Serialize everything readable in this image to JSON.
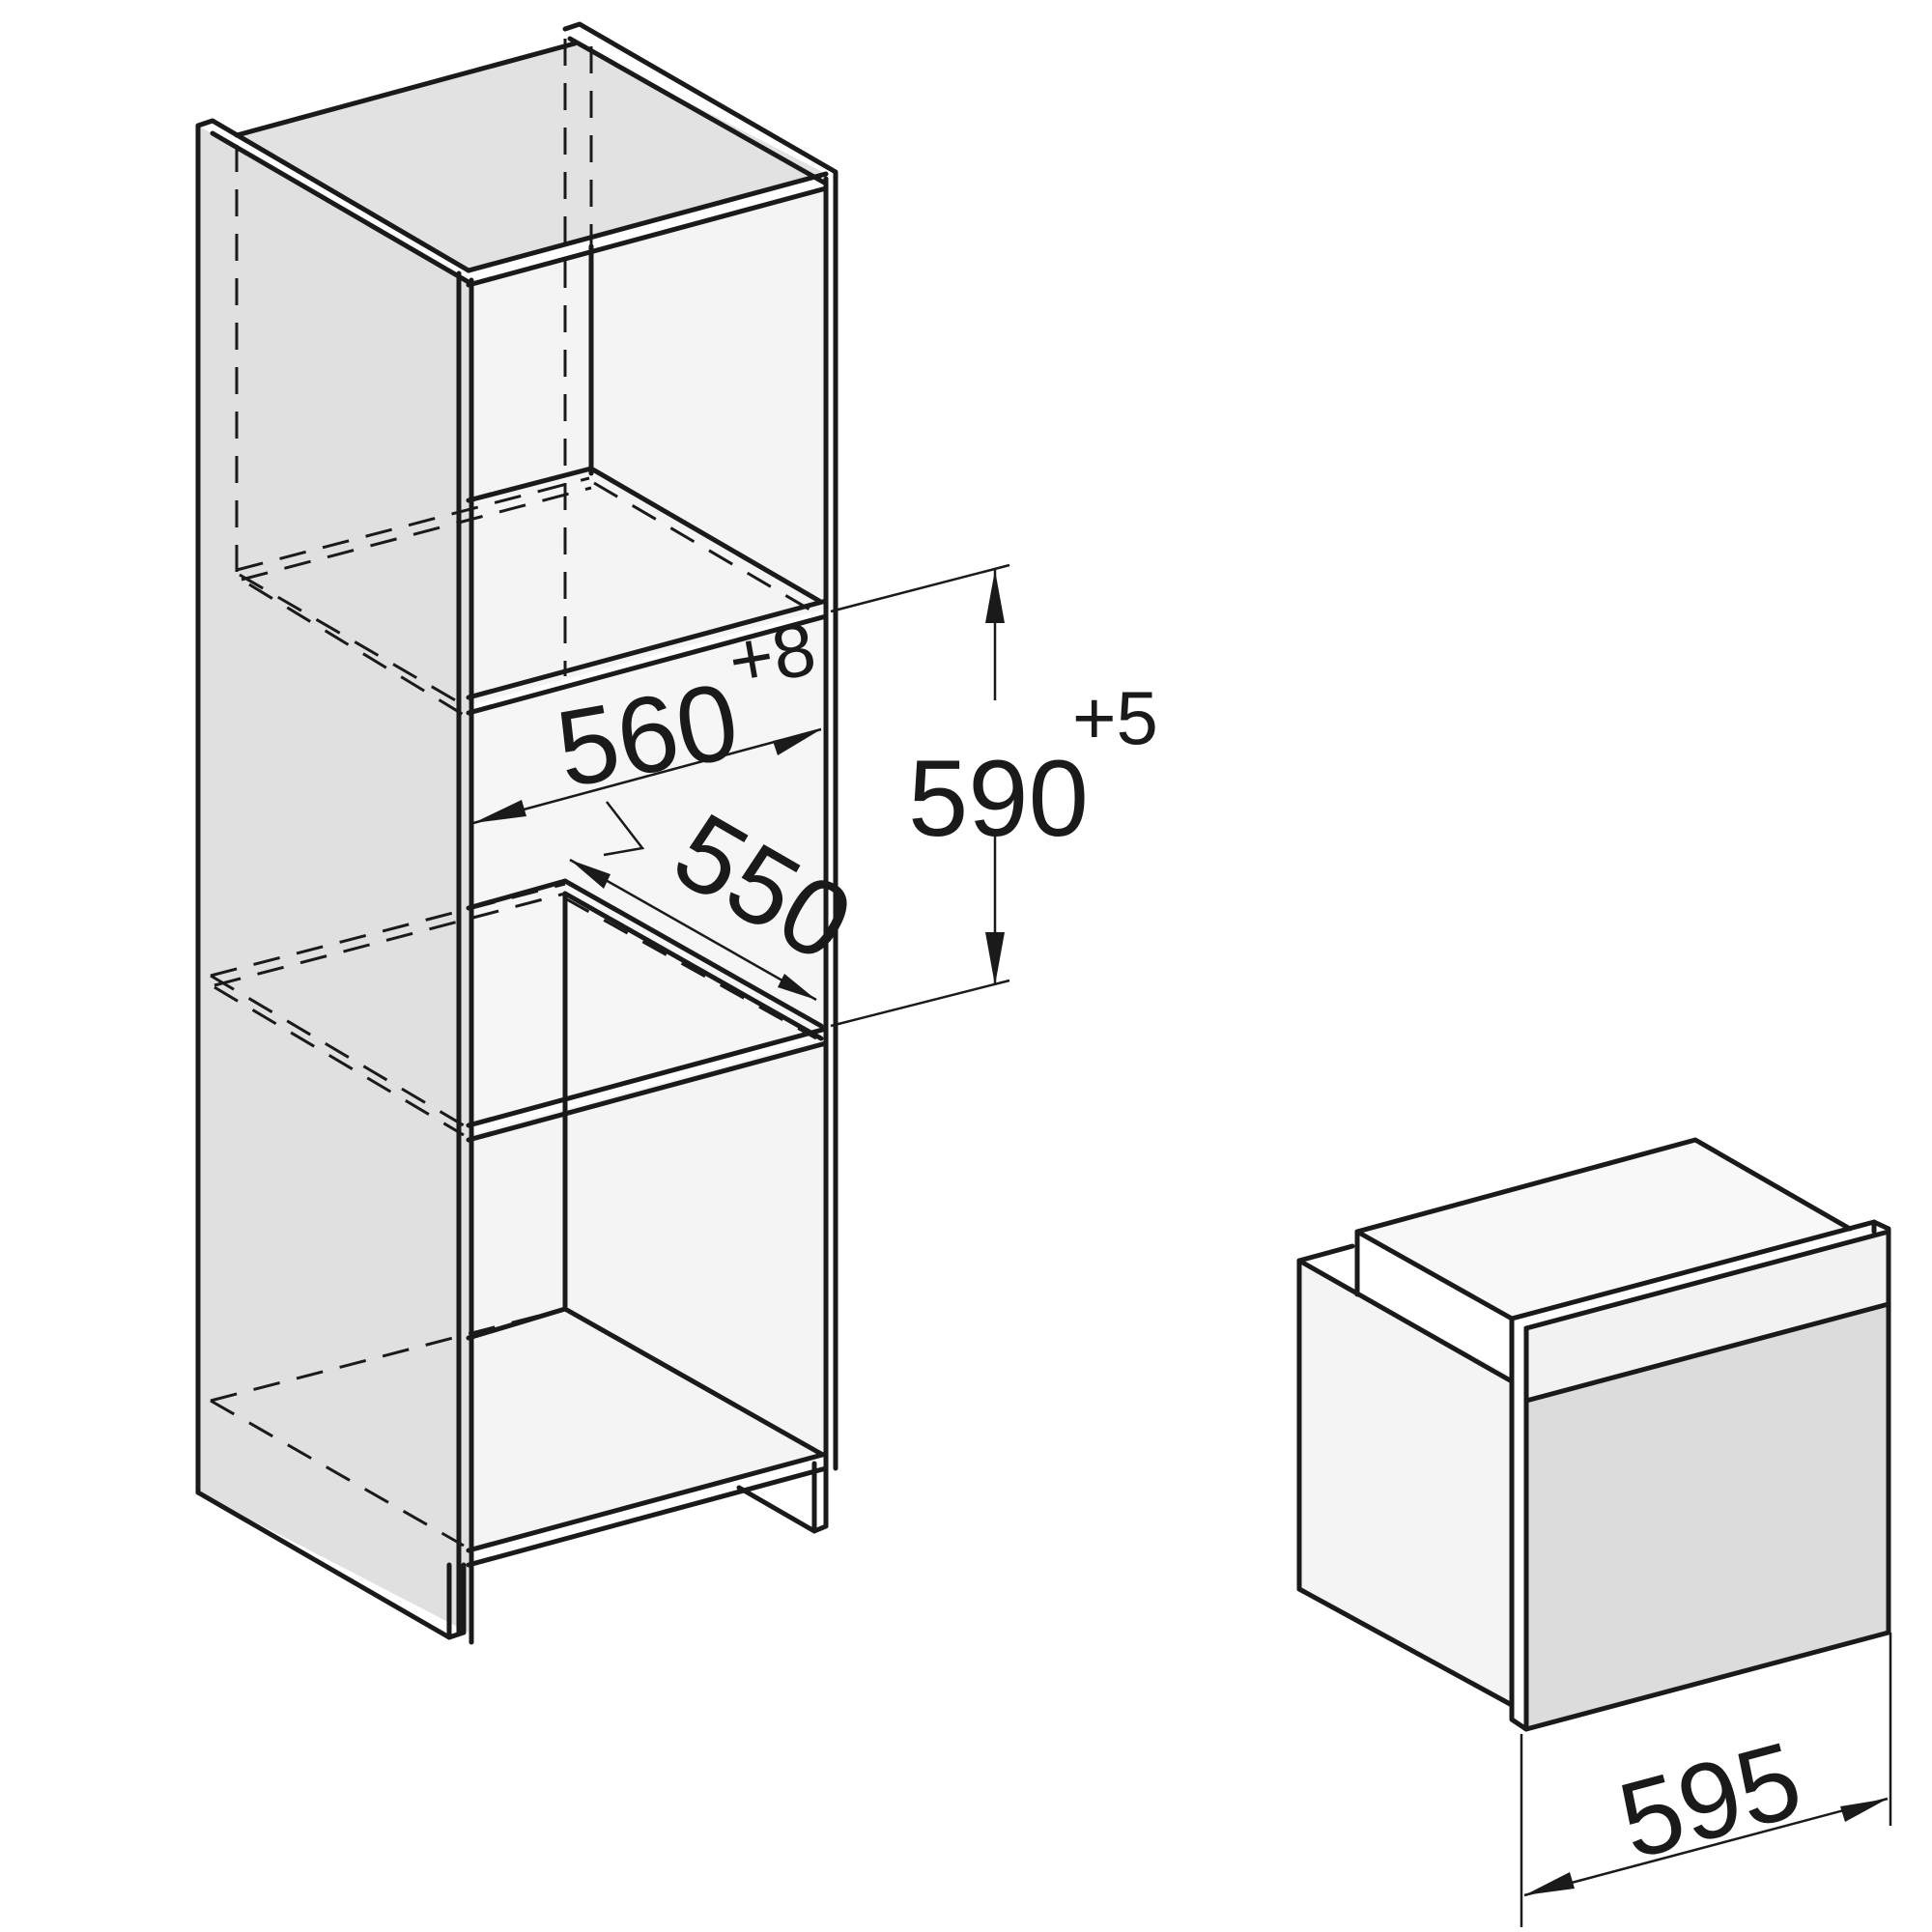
{
  "dimensions": {
    "niche_width": {
      "value": "560",
      "tolerance": "+8"
    },
    "niche_height": {
      "value": "590",
      "tolerance": "+5"
    },
    "niche_depth": {
      "value": "550"
    },
    "appliance_width": {
      "value": "595"
    }
  },
  "colors": {
    "line": "#1a1a1a",
    "side_panel": "#e0e0e0",
    "interior": "#f4f4f4",
    "appliance_front": "#dcdcdc"
  }
}
